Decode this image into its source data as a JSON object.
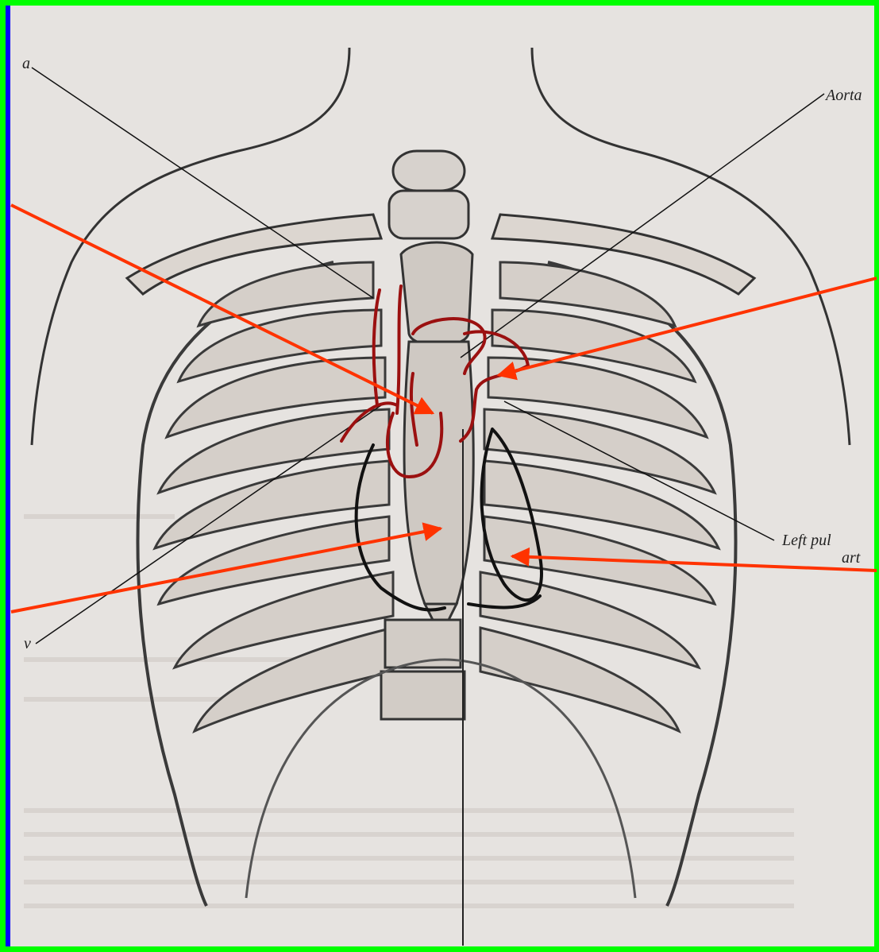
{
  "labels": {
    "vena_fragment": "a",
    "aorta": "Aorta",
    "left_pulmonary_line1": "Left pul",
    "left_pulmonary_line2": "art",
    "bottom_fragment": "v"
  },
  "colors": {
    "frame": "#00ff00",
    "left_edge": "#0000ff",
    "pointer_arrow": "#ff3300",
    "hand_drawn_great_vessels": "#9b1010",
    "hand_drawn_heart_outline": "#111111",
    "paper": "#e6e3e0"
  }
}
